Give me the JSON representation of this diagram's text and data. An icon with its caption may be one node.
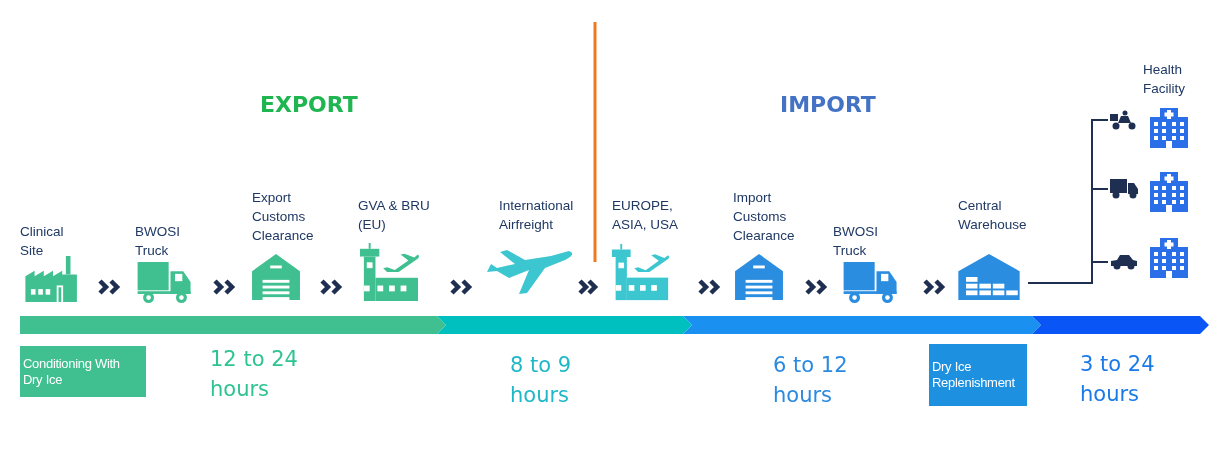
{
  "diagram": {
    "nodes": [
      {
        "text": [
          "Clinical Site"
        ]
      },
      {
        "text": [
          "BWOSI Truck"
        ]
      },
      {
        "text": [
          "Export Customs Clearance"
        ]
      },
      {
        "text": [
          "GVA & BRU (EU)"
        ]
      },
      {
        "text": [
          "International Airfreight"
        ]
      },
      {
        "text": [
          "EUROPE, ASIA, USA"
        ]
      },
      {
        "text": [
          "Import Customs Clearance"
        ]
      },
      {
        "text": [
          "BWOSI Truck"
        ]
      },
      {
        "text": [
          "Central Warehouse"
        ]
      },
      {
        "text": [],
        "shape": "scooter"
      },
      {
        "text": [],
        "shape": "truck"
      },
      {
        "text": [],
        "shape": "car"
      },
      {
        "text": [
          "Health Facility"
        ]
      },
      {
        "text": [],
        "shape": "building"
      },
      {
        "text": [],
        "shape": "building"
      },
      {
        "text": [
          "Conditioning With Dry Ice"
        ]
      },
      {
        "text": [
          "Dry Ice Replenishment"
        ]
      }
    ],
    "edges": [
      {
        "from": 0,
        "to": 1,
        "arrow": "to"
      },
      {
        "from": 1,
        "to": 2,
        "arrow": "to"
      },
      {
        "from": 2,
        "to": 3,
        "arrow": "to"
      },
      {
        "from": 3,
        "to": 4,
        "arrow": "to"
      },
      {
        "from": 4,
        "to": 5,
        "arrow": "to"
      },
      {
        "from": 5,
        "to": 6,
        "arrow": "to"
      },
      {
        "from": 6,
        "to": 7,
        "arrow": "to"
      },
      {
        "from": 7,
        "to": 8,
        "arrow": "to"
      },
      {
        "from": 8,
        "to": 9,
        "arrow": "none"
      },
      {
        "from": 8,
        "to": 10,
        "arrow": "none"
      },
      {
        "from": 8,
        "to": 11,
        "arrow": "none"
      }
    ],
    "labels": [
      "EXPORT",
      "IMPORT",
      "12 to 24 hours",
      "8 to 9 hours",
      "6 to 12 hours",
      "3 to 24 hours"
    ]
  }
}
